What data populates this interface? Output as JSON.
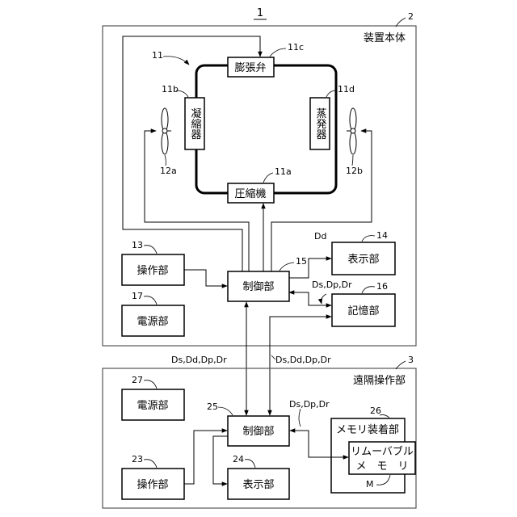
{
  "system_number": "1",
  "main_unit": {
    "number": "2",
    "title": "装置本体",
    "refrigerant_circuit_number": "11",
    "compressor": {
      "number": "11a",
      "label": "圧縮機"
    },
    "condenser": {
      "number": "11b",
      "label": "凝縮器"
    },
    "expansion_valve": {
      "number": "11c",
      "label": "膨張弁"
    },
    "evaporator": {
      "number": "11d",
      "label": "蒸発器"
    },
    "fan_left_number": "12a",
    "fan_right_number": "12b",
    "operation": {
      "number": "13",
      "label": "操作部"
    },
    "display": {
      "number": "14",
      "label": "表示部"
    },
    "controller": {
      "number": "15",
      "label": "制御部"
    },
    "storage": {
      "number": "16",
      "label": "記憶部"
    },
    "power": {
      "number": "17",
      "label": "電源部"
    },
    "signal_to_display": "Dd",
    "signal_to_storage": "Ds,Dp,Dr"
  },
  "remote_unit": {
    "number": "3",
    "title": "遠隔操作部",
    "power": {
      "number": "27",
      "label": "電源部"
    },
    "operation": {
      "number": "23",
      "label": "操作部"
    },
    "display": {
      "number": "24",
      "label": "表示部"
    },
    "controller": {
      "number": "25",
      "label": "制御部"
    },
    "memory_slot": {
      "number": "26",
      "label": "メモリ装着部"
    },
    "removable_memory": {
      "label_line1": "リムーバブル",
      "label_line2": "メ　モ　リ",
      "number": "M"
    },
    "signal_to_memory": "Ds,Dp,Dr"
  },
  "link_signal_left": "Ds,Dd,Dp,Dr",
  "link_signal_right": "Ds,Dd,Dp,Dr"
}
